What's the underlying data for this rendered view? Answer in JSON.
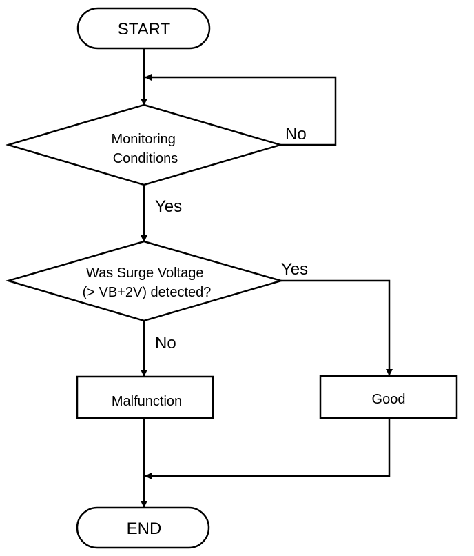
{
  "nodes": {
    "start": "START",
    "monitoring": [
      "Monitoring",
      "Conditions"
    ],
    "surge": [
      "Was Surge Voltage",
      "(> VB+2V) detected?"
    ],
    "malfunction": "Malfunction",
    "good": "Good",
    "end": "END"
  },
  "edges": {
    "monitoring_no": "No",
    "monitoring_yes": "Yes",
    "surge_yes": "Yes",
    "surge_no": "No"
  }
}
